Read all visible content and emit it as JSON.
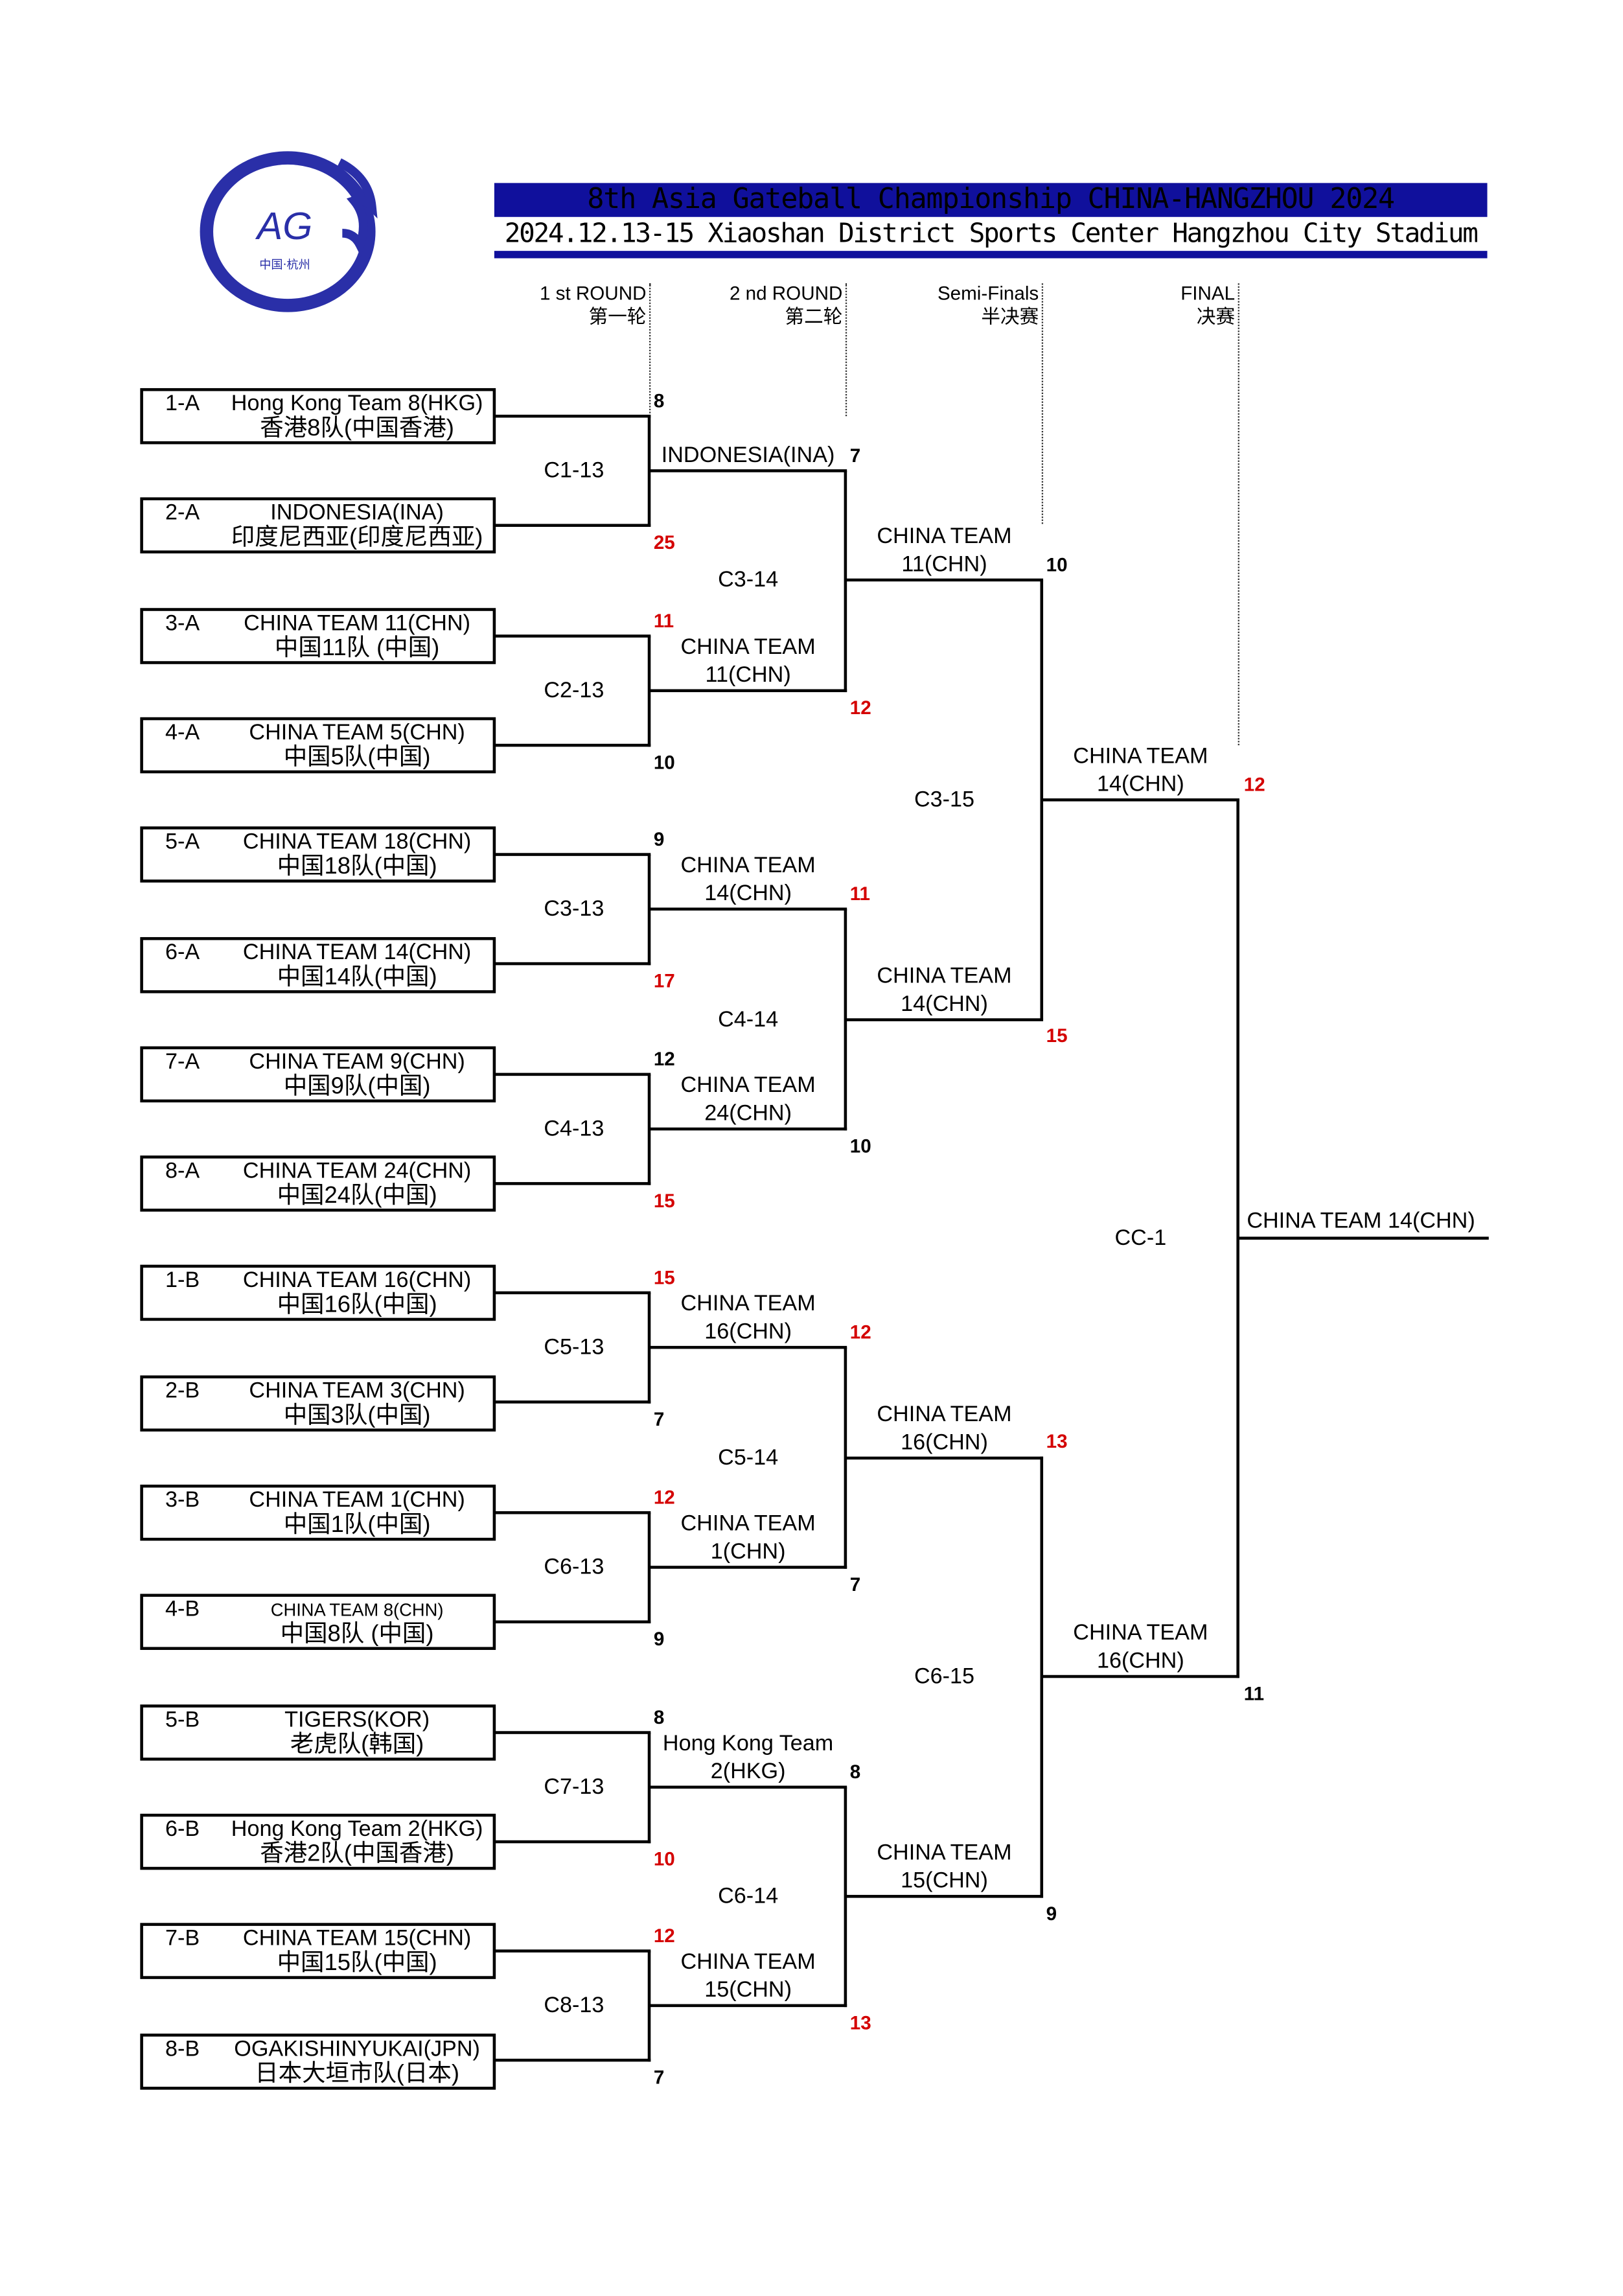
{
  "header": {
    "title": "8th Asia Gateball Championship CHINA-HANGZHOU 2024",
    "subtitle": "2024.12.13-15 Xiaoshan District Sports Center Hangzhou City Stadium",
    "logo_text": "AG",
    "logo_sub": "中国·杭州",
    "accent_color": "#10109c"
  },
  "columns": [
    {
      "en": "1 st ROUND",
      "zh": "第一轮"
    },
    {
      "en": "2 nd ROUND",
      "zh": "第二轮"
    },
    {
      "en": "Semi-Finals",
      "zh": "半决赛"
    },
    {
      "en": "FINAL",
      "zh": "决赛"
    }
  ],
  "win_color": "#d40000",
  "round1": [
    {
      "match": "C1-13",
      "winner": "INDONESIA(INA)",
      "teams": [
        {
          "seed": "1-A",
          "name": "Hong Kong Team 8(HKG)",
          "zh": "香港8队(中国香港)",
          "score": 8,
          "win": false
        },
        {
          "seed": "2-A",
          "name": "INDONESIA(INA)",
          "zh": "印度尼西亚(印度尼西亚)",
          "score": 25,
          "win": true
        }
      ]
    },
    {
      "match": "C2-13",
      "winner": "CHINA TEAM 11(CHN)",
      "teams": [
        {
          "seed": "3-A",
          "name": "CHINA TEAM 11(CHN)",
          "zh": "中国11队 (中国)",
          "score": 11,
          "win": true
        },
        {
          "seed": "4-A",
          "name": "CHINA TEAM 5(CHN)",
          "zh": "中国5队(中国)",
          "score": 10,
          "win": false
        }
      ]
    },
    {
      "match": "C3-13",
      "winner": "CHINA TEAM 14(CHN)",
      "teams": [
        {
          "seed": "5-A",
          "name": "CHINA TEAM 18(CHN)",
          "zh": "中国18队(中国)",
          "score": 9,
          "win": false
        },
        {
          "seed": "6-A",
          "name": "CHINA TEAM 14(CHN)",
          "zh": "中国14队(中国)",
          "score": 17,
          "win": true
        }
      ]
    },
    {
      "match": "C4-13",
      "winner": "CHINA TEAM 24(CHN)",
      "teams": [
        {
          "seed": "7-A",
          "name": "CHINA TEAM 9(CHN)",
          "zh": "中国9队(中国)",
          "score": 12,
          "win": false
        },
        {
          "seed": "8-A",
          "name": "CHINA TEAM 24(CHN)",
          "zh": "中国24队(中国)",
          "score": 15,
          "win": true
        }
      ]
    },
    {
      "match": "C5-13",
      "winner": "CHINA TEAM 16(CHN)",
      "teams": [
        {
          "seed": "1-B",
          "name": "CHINA TEAM 16(CHN)",
          "zh": "中国16队(中国)",
          "score": 15,
          "win": true
        },
        {
          "seed": "2-B",
          "name": "CHINA TEAM 3(CHN)",
          "zh": "中国3队(中国)",
          "score": 7,
          "win": false
        }
      ]
    },
    {
      "match": "C6-13",
      "winner": "CHINA TEAM 1(CHN)",
      "teams": [
        {
          "seed": "3-B",
          "name": "CHINA TEAM 1(CHN)",
          "zh": "中国1队(中国)",
          "score": 12,
          "win": true
        },
        {
          "seed": "4-B",
          "name": "CHINA TEAM 8(CHN)",
          "zh": "中国8队 (中国)",
          "score": 9,
          "win": false,
          "small": true
        }
      ]
    },
    {
      "match": "C7-13",
      "winner": "Hong Kong Team 2(HKG)",
      "teams": [
        {
          "seed": "5-B",
          "name": "TIGERS(KOR)",
          "zh": "老虎队(韩国)",
          "score": 8,
          "win": false
        },
        {
          "seed": "6-B",
          "name": "Hong Kong Team 2(HKG)",
          "zh": "香港2队(中国香港)",
          "score": 10,
          "win": true
        }
      ]
    },
    {
      "match": "C8-13",
      "winner": "CHINA TEAM 15(CHN)",
      "teams": [
        {
          "seed": "7-B",
          "name": "CHINA TEAM 15(CHN)",
          "zh": "中国15队(中国)",
          "score": 12,
          "win": true
        },
        {
          "seed": "8-B",
          "name": "OGAKISHINYUKAI(JPN)",
          "zh": "日本大垣市队(日本)",
          "score": 7,
          "win": false
        }
      ]
    }
  ],
  "round2": [
    {
      "match": "C3-14",
      "winner": "CHINA TEAM 11(CHN)",
      "scores": [
        {
          "v": 7,
          "win": false
        },
        {
          "v": 12,
          "win": true
        }
      ]
    },
    {
      "match": "C4-14",
      "winner": "CHINA TEAM 14(CHN)",
      "scores": [
        {
          "v": 11,
          "win": true
        },
        {
          "v": 10,
          "win": false
        }
      ]
    },
    {
      "match": "C5-14",
      "winner": "CHINA TEAM 16(CHN)",
      "scores": [
        {
          "v": 12,
          "win": true
        },
        {
          "v": 7,
          "win": false
        }
      ]
    },
    {
      "match": "C6-14",
      "winner": "CHINA TEAM 15(CHN)",
      "scores": [
        {
          "v": 8,
          "win": false
        },
        {
          "v": 13,
          "win": true
        }
      ]
    }
  ],
  "semis": [
    {
      "match": "C3-15",
      "winner": "CHINA TEAM 14(CHN)",
      "scores": [
        {
          "v": 10,
          "win": false
        },
        {
          "v": 15,
          "win": true
        }
      ]
    },
    {
      "match": "C6-15",
      "winner": "CHINA TEAM 16(CHN)",
      "scores": [
        {
          "v": 13,
          "win": true
        },
        {
          "v": 9,
          "win": false
        }
      ]
    }
  ],
  "final": {
    "match": "CC-1",
    "champion": "CHINA TEAM 14(CHN)",
    "scores": [
      {
        "v": 12,
        "win": true
      },
      {
        "v": 11,
        "win": false
      }
    ]
  }
}
